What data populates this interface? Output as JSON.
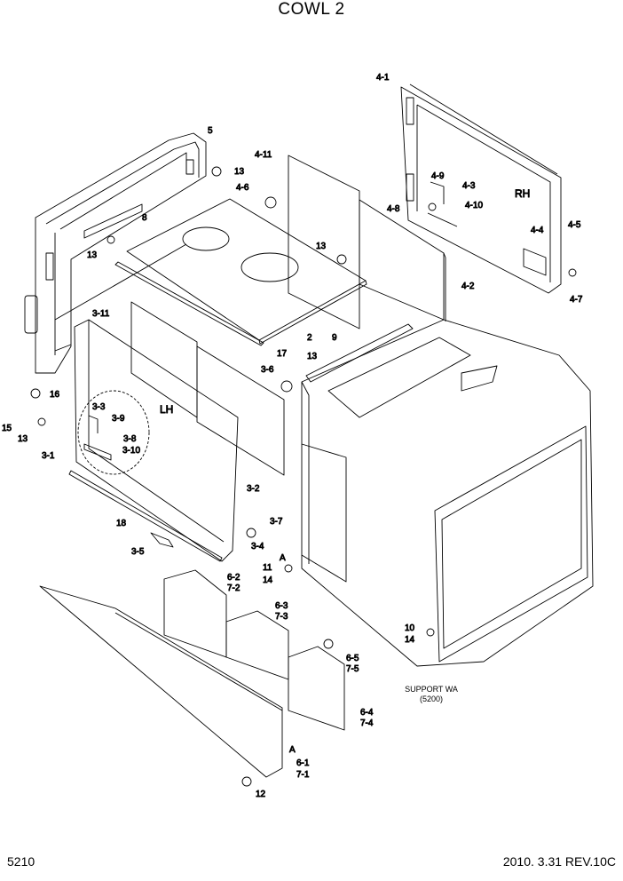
{
  "title": "COWL 2",
  "page_number": "5210",
  "revision": "2010. 3.31  REV.10C",
  "support_note": [
    "SUPPORT WA",
    "(5200)"
  ],
  "side_labels": {
    "left": "LH",
    "right": "RH"
  },
  "callouts": [
    "4-1",
    "5",
    "4-11",
    "13",
    "4-6",
    "8",
    "4-9",
    "4-3",
    "4-10",
    "4-8",
    "RH",
    "13",
    "13",
    "4-5",
    "4-4",
    "4-2",
    "4-7",
    "3-11",
    "2",
    "17",
    "9",
    "13",
    "3-6",
    "16",
    "LH",
    "3-3",
    "3-9",
    "3-8",
    "15",
    "13",
    "3-10",
    "3-1",
    "3-2",
    "3-7",
    "18",
    "3-4",
    "3-5",
    "A",
    "11",
    "14",
    "6-2",
    "7-2",
    "6-3",
    "7-3",
    "6-5",
    "7-5",
    "10",
    "14",
    "6-4",
    "7-4",
    "A",
    "6-1",
    "7-1",
    "12"
  ]
}
